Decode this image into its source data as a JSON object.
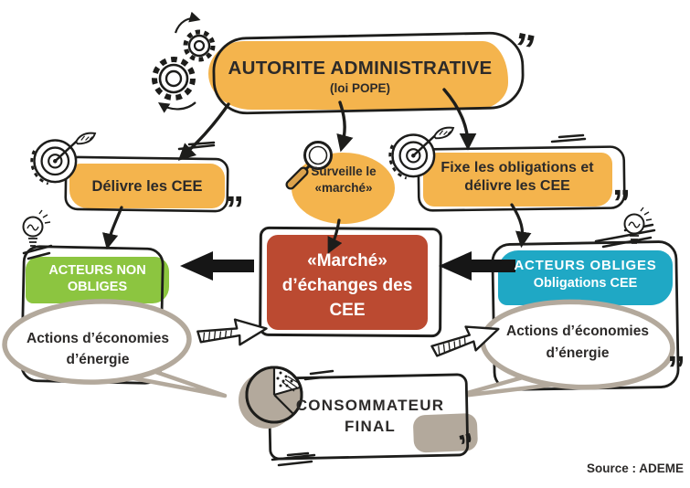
{
  "colors": {
    "orange": "#f4b44d",
    "red": "#bb4a31",
    "green": "#8cc540",
    "teal": "#1fa8c5",
    "taupe": "#b3a99c",
    "ink": "#1d1d1b"
  },
  "authority": {
    "title": "AUTORITE ADMINISTRATIVE",
    "subtitle": "(loi POPE)"
  },
  "delivre": {
    "label": "Délivre les CEE"
  },
  "surveille": {
    "line1": "Surveille le",
    "line2": "«marché»"
  },
  "fixe": {
    "line1": "Fixe les obligations et",
    "line2": "délivre les CEE"
  },
  "marche": {
    "line1": "«Marché»",
    "line2": "d’échanges des",
    "line3": "CEE"
  },
  "non_obliges": {
    "line1": "ACTEURS NON",
    "line2": "OBLIGES"
  },
  "obliges": {
    "line1": "ACTEURS OBLIGES",
    "line2": "Obligations CEE"
  },
  "bubble_left": {
    "line1": "Actions d’économies",
    "line2": "d’énergie"
  },
  "bubble_right": {
    "line1": "Actions d’économies",
    "line2": "d’énergie"
  },
  "consumer": {
    "line1": "CONSOMMATEUR",
    "line2": "FINAL"
  },
  "source": {
    "label": "Source : ADEME"
  },
  "quotes": {
    "close": "”",
    "low": "„"
  },
  "icons": {
    "gears": "gears-icon",
    "target": "target-icon",
    "magnifier": "magnifier-icon",
    "bulb": "light-bulb-icon",
    "pie": "pie-chart-icon"
  }
}
